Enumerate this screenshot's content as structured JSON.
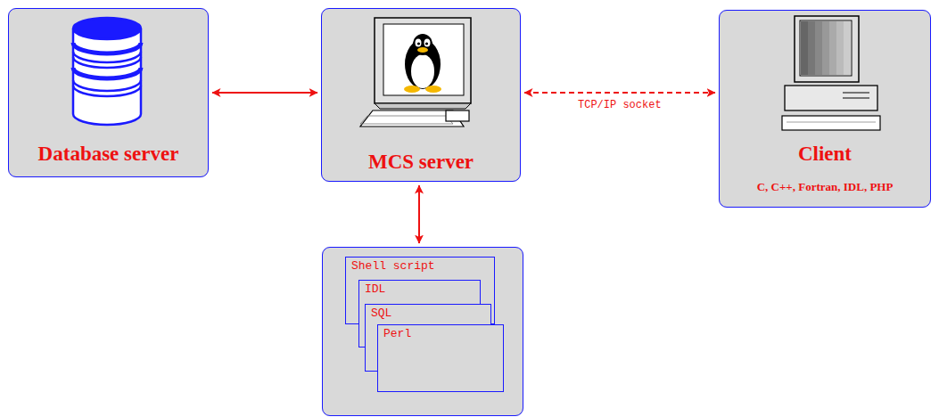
{
  "diagram": {
    "nodes": [
      {
        "text": [
          "Database server"
        ]
      },
      {
        "text": [
          "MCS server"
        ]
      },
      {
        "text": [
          "Client",
          "C, C++, Fortran, IDL, PHP"
        ]
      },
      {
        "text": []
      },
      {
        "text": [
          "Shell script"
        ],
        "in": 3
      },
      {
        "text": [
          "IDL"
        ],
        "in": 3
      },
      {
        "text": [
          "SQL"
        ],
        "in": 3
      },
      {
        "text": [
          "Perl"
        ],
        "in": 3
      }
    ],
    "edges": [
      {
        "from": 0,
        "to": 1,
        "arrow": "both"
      },
      {
        "from": 1,
        "to": 2,
        "label": "TCP/IP socket",
        "arrow": "both"
      },
      {
        "from": 1,
        "to": 3,
        "arrow": "both"
      }
    ]
  }
}
